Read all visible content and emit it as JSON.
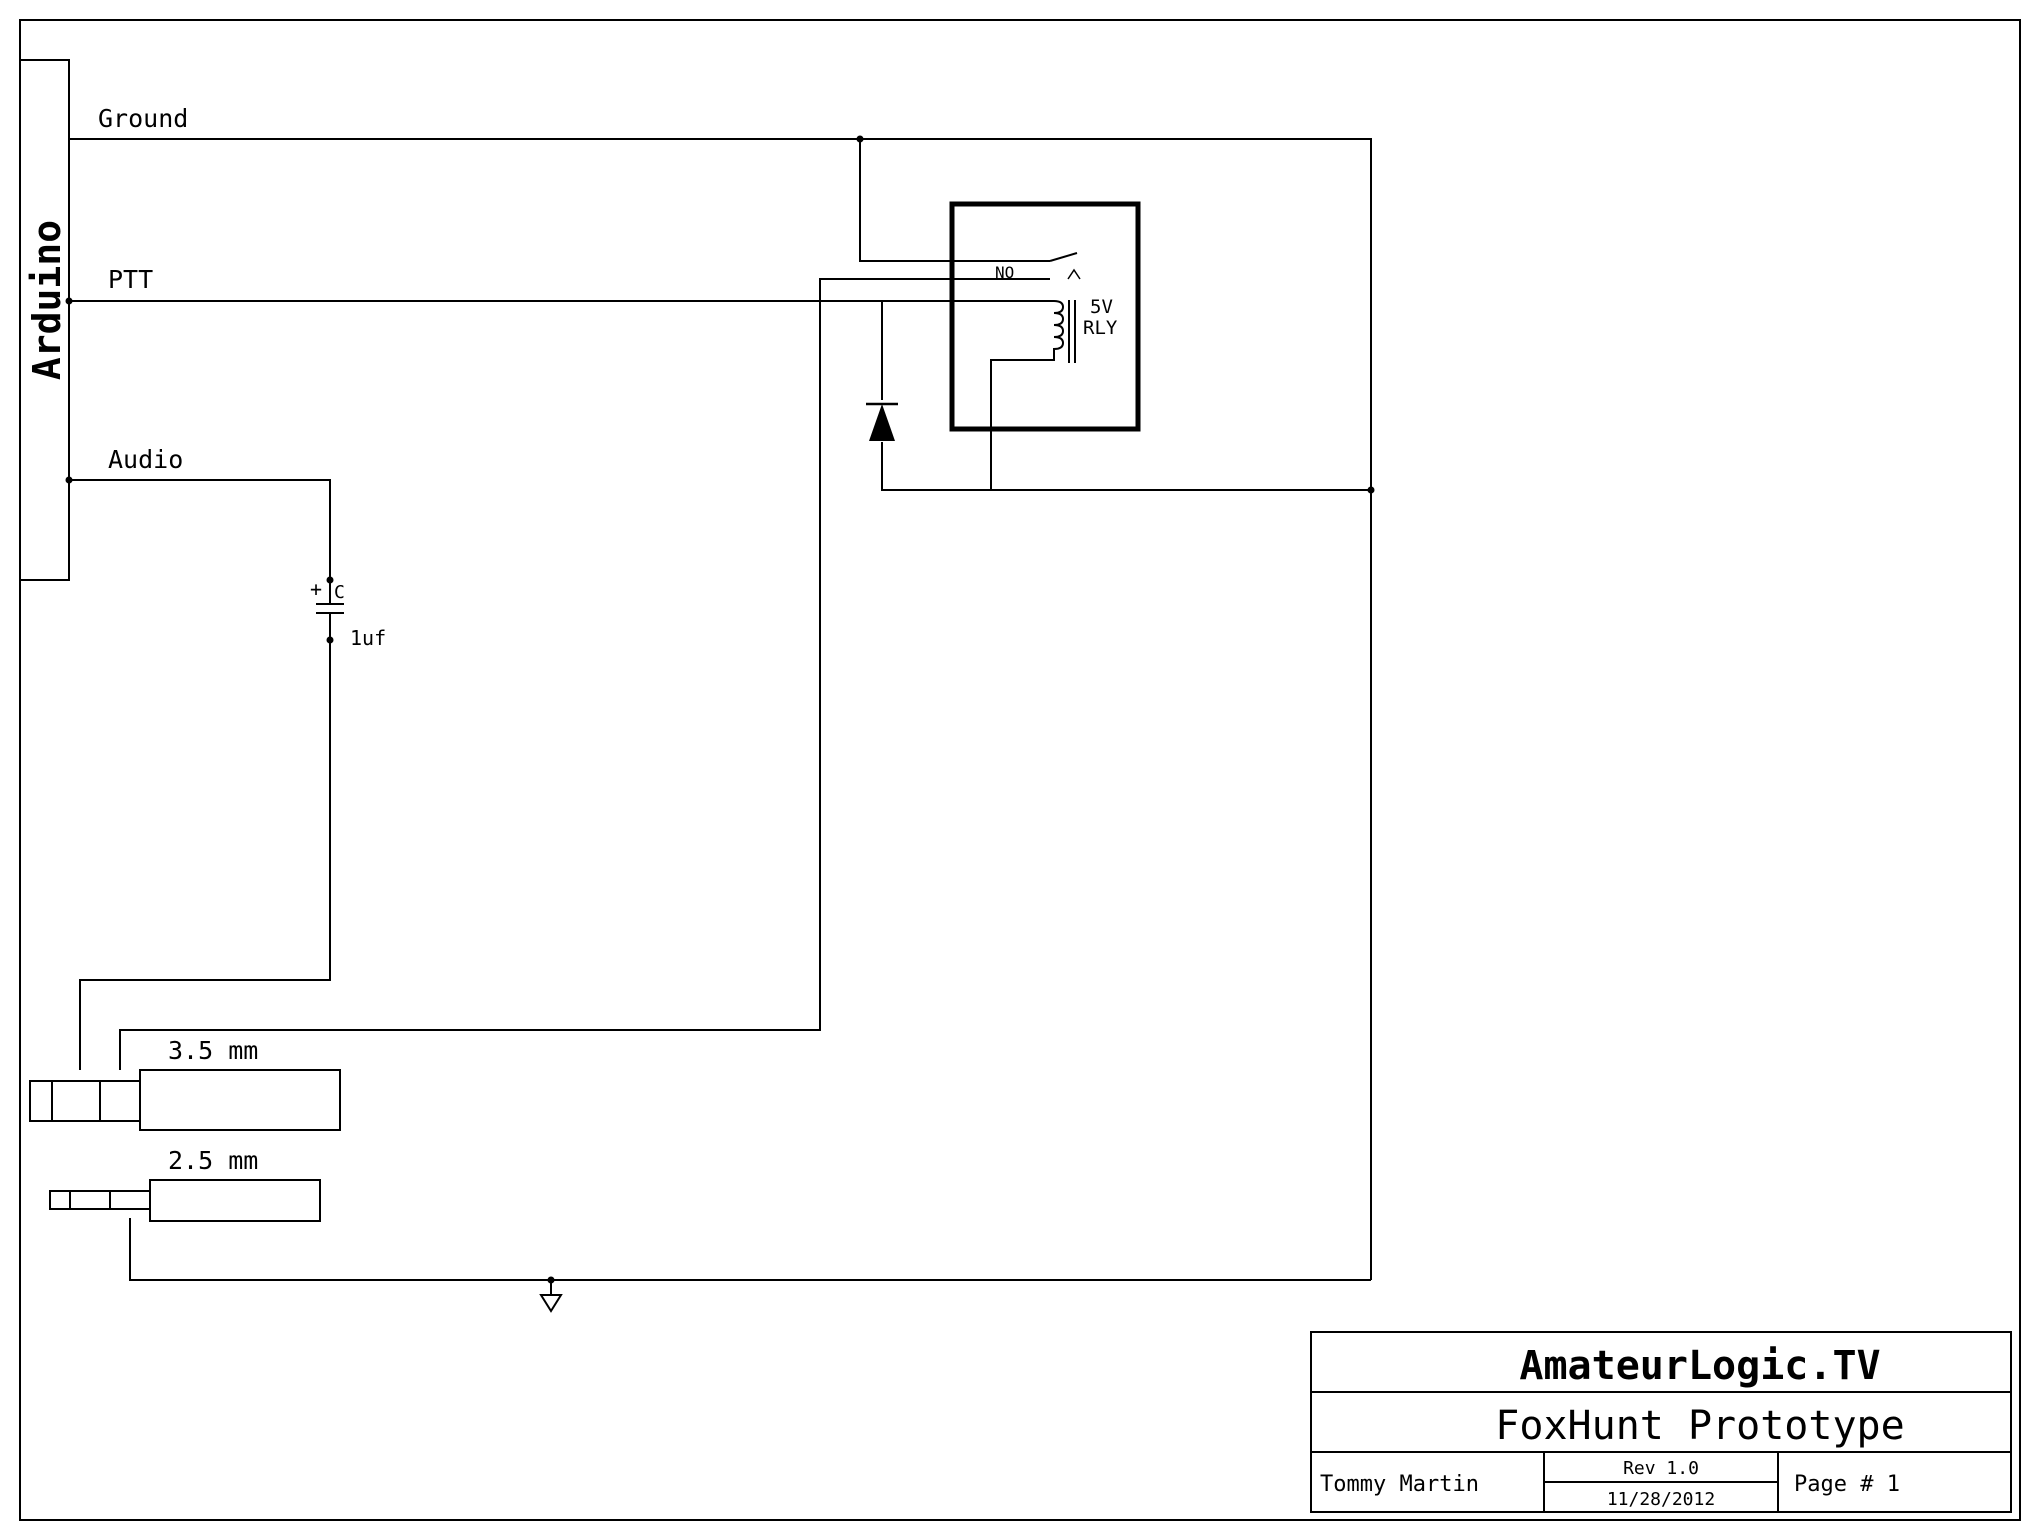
{
  "module": {
    "label": "Arduino"
  },
  "nets": {
    "ground": "Ground",
    "ptt": "PTT",
    "audio": "Audio"
  },
  "relay": {
    "contact_label": "NO",
    "voltage": "5V",
    "label": "RLY"
  },
  "capacitor": {
    "polarity": "+",
    "designator": "C",
    "value": "1uf"
  },
  "jacks": {
    "large": "3.5 mm",
    "small": "2.5 mm"
  },
  "title_block": {
    "company": "AmateurLogic.TV",
    "project": "FoxHunt Prototype",
    "author": "Tommy Martin",
    "revision": "Rev 1.0",
    "date": "11/28/2012",
    "page": "Page # 1"
  },
  "colors": {
    "ink": "#000000",
    "paper": "#ffffff"
  }
}
